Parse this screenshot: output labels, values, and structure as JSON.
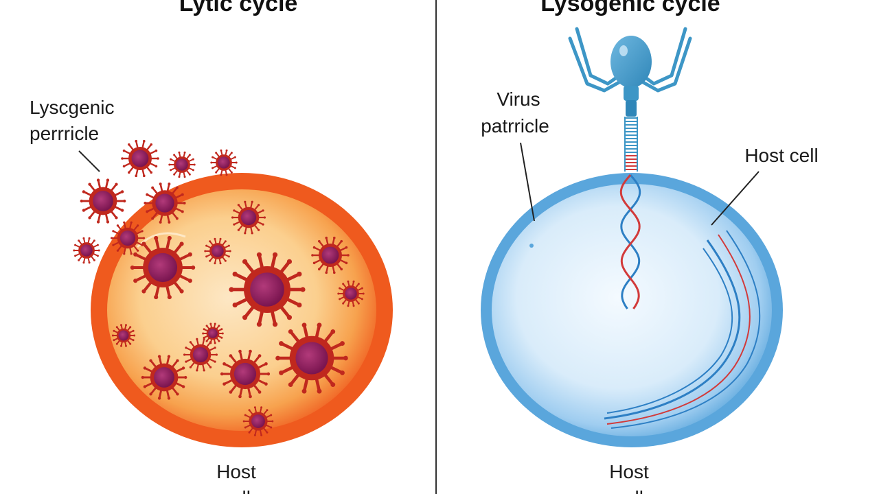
{
  "lytic": {
    "title": "Lytic cycle",
    "particle_label_line1": "Lyscgenic",
    "particle_label_line2": "perrricle",
    "host_label_line1": "Host",
    "host_label_line2": "cell"
  },
  "lysogenic": {
    "title": "Lysogenic cycle",
    "virus_label_line1": "Virus",
    "virus_label_line2": "patrricle",
    "host_cell_label": "Host cell",
    "host_label_line1": "Host",
    "host_label_line2": "cell"
  },
  "colors": {
    "lytic_cell_outer": "#ef5a1e",
    "lytic_cell_inner": "#fbd7a0",
    "virus_body": "#8c1d5c",
    "virus_spikes": "#c0281e",
    "lysogenic_cell_outer": "#5aa6dc",
    "lysogenic_cell_inner": "#e4f2fc",
    "phage_color": "#3d96c6",
    "dna_red": "#d23a3a",
    "dna_blue": "#2d7fc4"
  }
}
